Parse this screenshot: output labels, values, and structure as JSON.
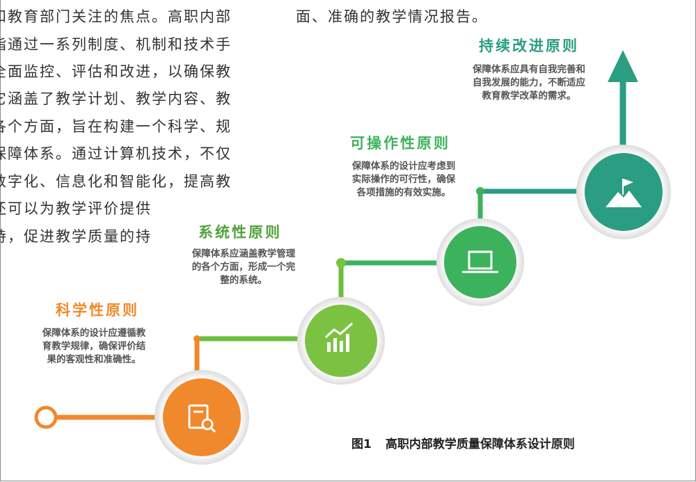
{
  "body_text": {
    "left_lines": [
      "和教育部门关注的焦点。高职内部",
      "指通过一系列制度、机制和技术手",
      "全面监控、评估和改进，以确保教",
      "它涵盖了教学计划、教学内容、教",
      "各个方面，旨在构建一个科学、规",
      "保障体系。通过计算机技术，不仅",
      "数字化、信息化和智能化，提高教",
      "还可以为教学评价提供",
      "持，促进教学质量的持"
    ],
    "right_top": "面、准确的教学情况报告。"
  },
  "diagram": {
    "principles": [
      {
        "title": "科学性原则",
        "desc": [
          "保障体系的设计应遵循教",
          "育教学规律，确保评价结",
          "果的客观性和准确性。"
        ],
        "icon": "search-document-icon",
        "color": "#f0892b"
      },
      {
        "title": "系统性原则",
        "desc": [
          "保障体系应涵盖教学管理",
          "的各个方面，形成一个完",
          "整的系统。"
        ],
        "icon": "growth-chart-icon",
        "color": "#6cbf3c"
      },
      {
        "title": "可操作性原则",
        "desc": [
          "保障体系的设计应考虑到",
          "实际操作的可行性，确保",
          "各项措施的有效实施。"
        ],
        "icon": "laptop-icon",
        "color": "#3db25c"
      },
      {
        "title": "持续改进原则",
        "desc": [
          "保障体系应具有自我完善和",
          "自我发展的能力，不断适应",
          "教育教学改革的需求。"
        ],
        "icon": "mountain-flag-icon",
        "color": "#2a9d82"
      }
    ]
  },
  "caption": {
    "label": "图1",
    "text": "高职内部教学质量保障体系设计原则"
  }
}
